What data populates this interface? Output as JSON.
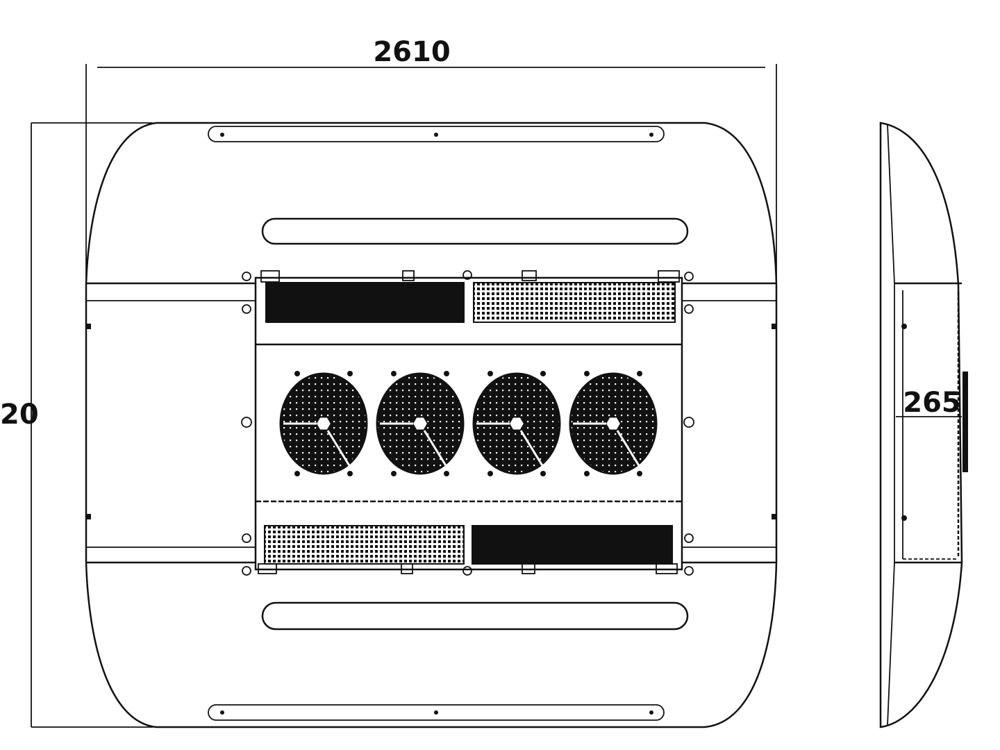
{
  "drawing": {
    "stroke_color": "#111111",
    "background_color": "#ffffff",
    "dimensions": {
      "width_label": "2610",
      "height_label": "20",
      "depth_label": "265"
    },
    "fan_count": 4
  }
}
